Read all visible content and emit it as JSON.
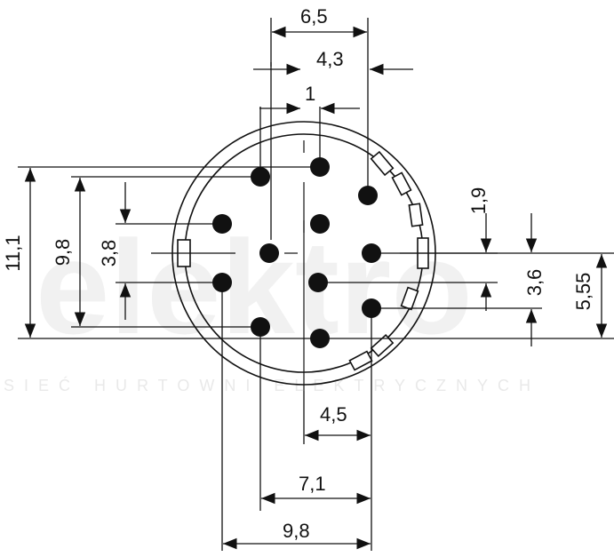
{
  "watermark": {
    "brand": "elektro",
    "tagline": "SIEĆ HURTOWNI ELEKTRYCZNYCH"
  },
  "colors": {
    "line": "#111111",
    "background": "#ffffff",
    "watermark": "#ededed"
  },
  "dimensions": {
    "top_width": "6,5",
    "inner_width": "4,3",
    "pin_pitch": "1",
    "height_outer": "11,1",
    "height_mid": "9,8",
    "height_inner": "3,8",
    "right_small": "1,9",
    "right_mid": "3,6",
    "right_large": "5,55",
    "bottom_small": "4,5",
    "bottom_mid": "7,1",
    "bottom_large": "9,8"
  }
}
